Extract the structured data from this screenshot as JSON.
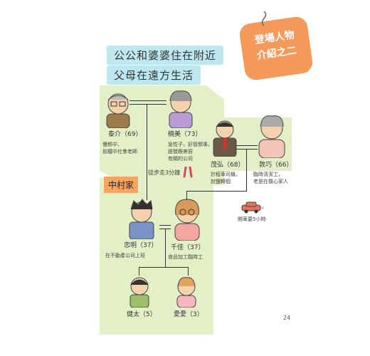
{
  "tag": {
    "line1": "登場人物",
    "line2": "介紹之二"
  },
  "banners": {
    "top": "公公和婆婆住在附近",
    "bottom": "父母在遠方生活"
  },
  "family_label": "中村家",
  "people": {
    "taisuke": {
      "name": "泰介（69）",
      "desc": [
        "慢郎中、",
        "前鐵中社會老師"
      ]
    },
    "kazumi": {
      "name": "楠美（73）",
      "desc": [
        "急性子，好管閒事。",
        "經營跟美容",
        "有關的公司"
      ]
    },
    "shigehiro": {
      "name": "茂弘（68）",
      "desc": [
        "計程車司機，",
        "封鹽轉個"
      ]
    },
    "atsuko": {
      "name": "敦巧（66）",
      "desc": [
        "臨時清潔工，",
        "老是在擔心家人"
      ]
    },
    "tadaaki": {
      "name": "忠明（37）",
      "desc": [
        "在不動產公司上班"
      ]
    },
    "chika": {
      "name": "千佳（37）",
      "desc": [
        "食品加工臨時工"
      ]
    },
    "kenta": {
      "name": "健太（5）"
    },
    "aiai": {
      "name": "愛愛（3）"
    }
  },
  "notes": {
    "walk": "徒步走3分鐘",
    "car": "開車要5小時"
  },
  "page_number": "24",
  "colors": {
    "green": "#e3efc6",
    "orange": "#f59a5a",
    "blue_banner": "#bfe7ef"
  }
}
